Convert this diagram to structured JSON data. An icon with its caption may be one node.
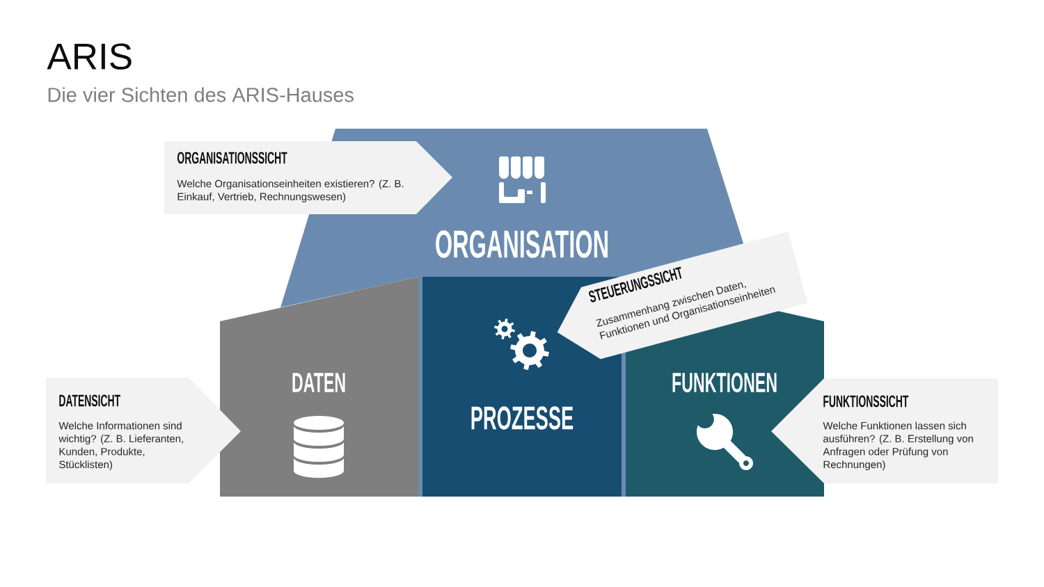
{
  "diagram": {
    "title": "ARIS",
    "nodes": [
      {
        "text": [
          "ORGANISATION"
        ]
      },
      {
        "text": [
          "ORGANISATIONSSICHT",
          "Welche Organisationseinheiten existieren? (Z. B. Einkauf, Vertrieb, Rechnungswesen)"
        ]
      },
      {
        "text": [
          "STEUERUNGSSICHT",
          "Zusammenhang zwischen Daten, Funktionen und Organisationseinheiten"
        ]
      },
      {
        "text": [
          "DATEN"
        ]
      },
      {
        "text": [
          "PROZESSE"
        ]
      },
      {
        "text": [
          "FUNKTIONEN"
        ]
      },
      {
        "text": [
          "DATENSICHT",
          "Welche Informationen sind wichtig? (Z. B. Lieferanten, Kunden, Produkte, Stücklisten)"
        ]
      },
      {
        "text": [
          "FUNKTIONSSICHT",
          "Welche Funktionen lassen sich ausführen? (Z. B. Erstellung von Anfragen oder Prüfung von Rechnungen)"
        ]
      }
    ],
    "labels": [
      "Die vier Sichten des ARIS-Hauses"
    ]
  }
}
